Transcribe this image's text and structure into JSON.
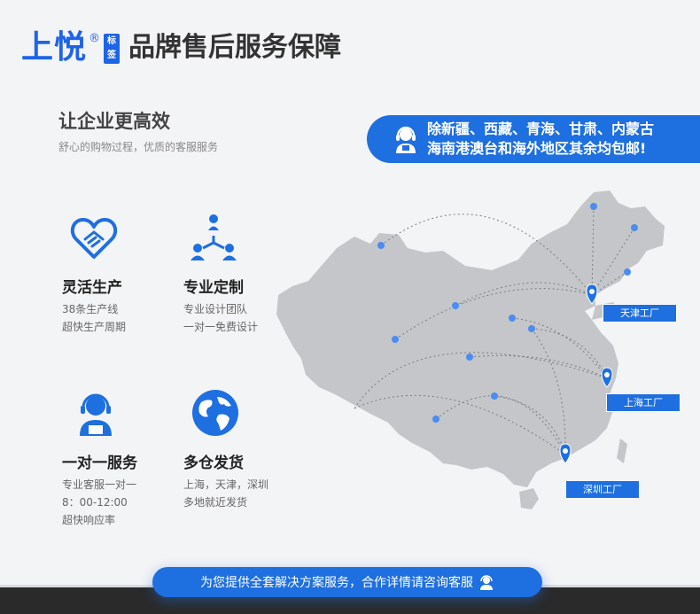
{
  "header": {
    "logo": "上悦",
    "reg": "®",
    "badge": [
      "标",
      "签"
    ],
    "title": "品牌售后服务保障"
  },
  "intro": {
    "title": "让企业更高效",
    "subtitle": "舒心的购物过程，优质的客服服务"
  },
  "notice": {
    "line1": "除新疆、西藏、青海、甘肃、内蒙古",
    "line2": "海南港澳台和海外地区其余均包邮!",
    "icon": "customer-service-icon"
  },
  "features": [
    {
      "icon": "handshake-icon",
      "title": "灵活生产",
      "lines": [
        "38条生产线",
        "超快生产周期"
      ]
    },
    {
      "icon": "team-icon",
      "title": "专业定制",
      "lines": [
        "专业设计团队",
        "一对一免费设计"
      ]
    },
    {
      "icon": "headset-agent-icon",
      "title": "一对一服务",
      "lines": [
        "专业客服一对一",
        "8：00-12:00",
        "超快响应率"
      ]
    },
    {
      "icon": "globe-icon",
      "title": "多仓发货",
      "lines": [
        "上海，天津，深圳",
        "多地就近发货"
      ]
    }
  ],
  "factories": {
    "tianjin": "天津工厂",
    "shanghai": "上海工厂",
    "shenzhen": "深圳工厂"
  },
  "cta": {
    "text": "为您提供全套解决方案服务，合作详情请咨询客服",
    "icon": "support-icon"
  },
  "colors": {
    "accent": "#1e6fe0",
    "map": "#c4c6ca"
  }
}
